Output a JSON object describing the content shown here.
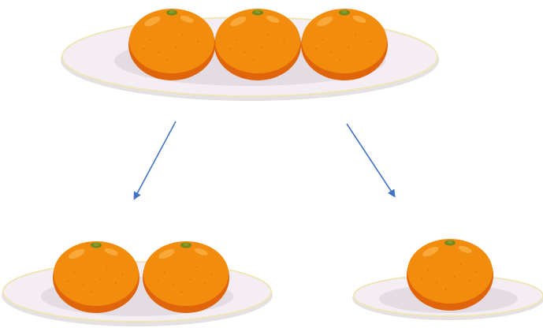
{
  "diagram": {
    "top_plate": {
      "orange_count": 3
    },
    "bottom_left_plate": {
      "orange_count": 2
    },
    "bottom_right_plate": {
      "orange_count": 1
    },
    "arrows": [
      {
        "from": "top_plate",
        "to": "bottom_left_plate"
      },
      {
        "from": "top_plate",
        "to": "bottom_right_plate"
      }
    ]
  },
  "colors": {
    "orange_main": "#f28c0c",
    "orange_dark": "#e0650a",
    "orange_highlight": "#f8a93a",
    "stem": "#8d9a2a",
    "leaf": "#6f8a1e",
    "plate_rim": "#f3ecf3",
    "plate_inner": "#e2dce2",
    "plate_edge": "#d8c98a",
    "arrow": "#4472c4"
  }
}
